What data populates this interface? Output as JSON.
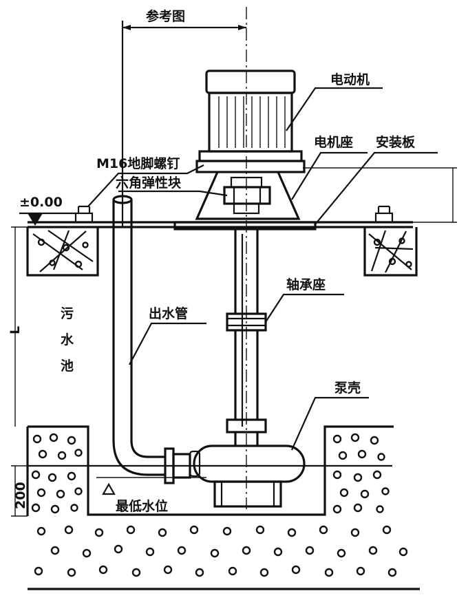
{
  "labels": {
    "reference": "参考图",
    "motor": "电动机",
    "motor_seat": "电机座",
    "mount_plate": "安装板",
    "anchor_bolt": "M16地脚螺钉",
    "hex_elastic_block": "六角弹性块",
    "datum": "±0.00",
    "bearing_seat": "轴承座",
    "outlet_pipe": "出水管",
    "pool_char_1": "污",
    "pool_char_2": "水",
    "pool_char_3": "池",
    "pump_casing": "泵壳",
    "min_water_level": "最低水位",
    "dim_l": "L",
    "dim_200": "200"
  }
}
